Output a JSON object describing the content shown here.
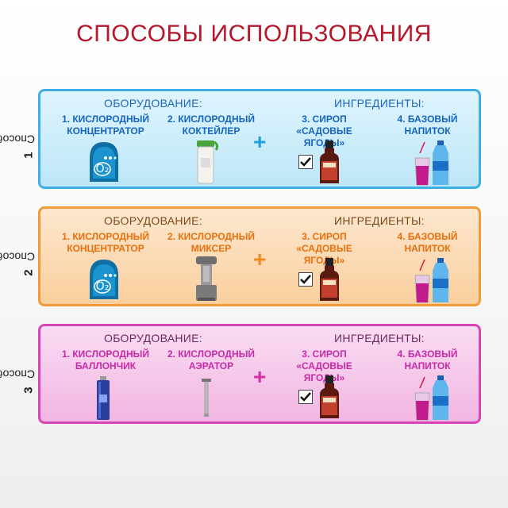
{
  "title": "СПОСОБЫ ИСПОЛЬЗОВАНИЯ",
  "methods": [
    {
      "label": "Способ",
      "number": "1",
      "equipment_header": "ОБОРУДОВАНИЕ:",
      "ingredients_header": "ИНГРЕДИЕНТЫ:",
      "item1": "1. КИСЛОРОДНЫЙ\nКОНЦЕНТРАТОР",
      "item2": "2. КИСЛОРОДНЫЙ\nКОКТЕЙЛЕР",
      "item3": "3. СИРОП\n«САДОВЫЕ ЯГОДЫ»",
      "item4": "4. БАЗОВЫЙ\nНАПИТОК",
      "plus": "+",
      "accent": "#3eaee6"
    },
    {
      "label": "Способ",
      "number": "2",
      "equipment_header": "ОБОРУДОВАНИЕ:",
      "ingredients_header": "ИНГРЕДИЕНТЫ:",
      "item1": "1. КИСЛОРОДНЫЙ\nКОНЦЕНТРАТОР",
      "item2": "2. КИСЛОРОДНЫЙ\nМИКСЕР",
      "item3": "3. СИРОП\n«САДОВЫЕ ЯГОДЫ»",
      "item4": "4. БАЗОВЫЙ\nНАПИТОК",
      "plus": "+",
      "accent": "#f19a3a"
    },
    {
      "label": "Способ",
      "number": "3",
      "equipment_header": "ОБОРУДОВАНИЕ:",
      "ingredients_header": "ИНГРЕДИЕНТЫ:",
      "item1": "1. КИСЛОРОДНЫЙ\nБАЛЛОНЧИК",
      "item2": "2. КИСЛОРОДНЫЙ\nАЭРАТОР",
      "item3": "3. СИРОП\n«САДОВЫЕ ЯГОДЫ»",
      "item4": "4. БАЗОВЫЙ\nНАПИТОК",
      "plus": "+",
      "accent": "#d845b6"
    }
  ],
  "o2_label": "O₂"
}
